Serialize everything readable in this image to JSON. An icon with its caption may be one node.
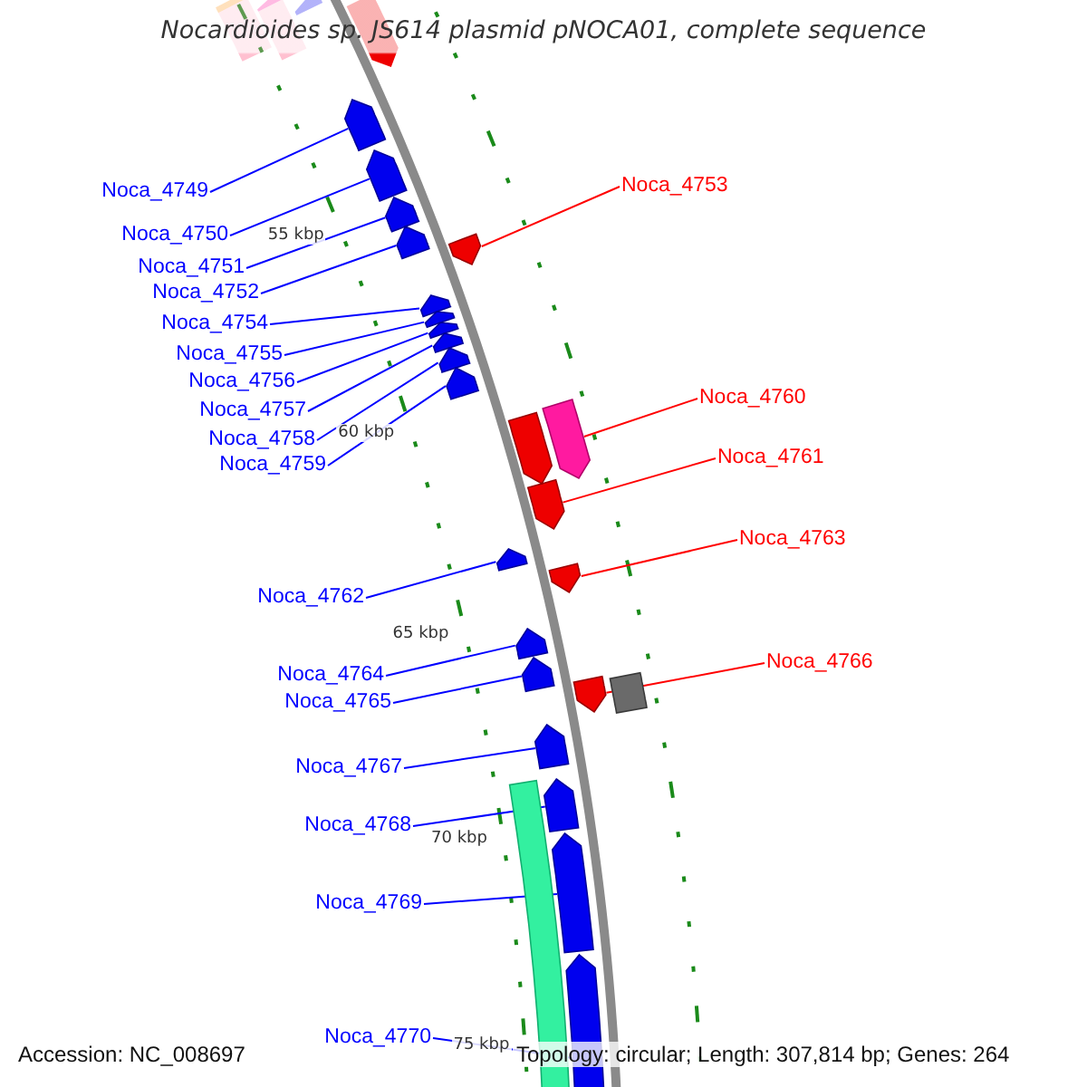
{
  "diagram": {
    "title": "Nocardioides sp. JS614 plasmid pNOCA01, complete sequence",
    "nodes": [
      {
        "text": [
          "Noca_4749"
        ]
      },
      {
        "text": [
          "Noca_4750"
        ]
      },
      {
        "text": [
          "Noca_4751"
        ]
      },
      {
        "text": [
          "Noca_4752"
        ]
      },
      {
        "text": [
          "Noca_4753"
        ]
      },
      {
        "text": [
          "Noca_4754"
        ]
      },
      {
        "text": [
          "Noca_4755"
        ]
      },
      {
        "text": [
          "Noca_4756"
        ]
      },
      {
        "text": [
          "Noca_4757"
        ]
      },
      {
        "text": [
          "Noca_4758"
        ]
      },
      {
        "text": [
          "Noca_4759"
        ]
      },
      {
        "text": [
          "Noca_4760"
        ]
      },
      {
        "text": [
          "Noca_4761"
        ]
      },
      {
        "text": [
          "Noca_4762"
        ]
      },
      {
        "text": [
          "Noca_4763"
        ]
      },
      {
        "text": [
          "Noca_4764"
        ]
      },
      {
        "text": [
          "Noca_4765"
        ]
      },
      {
        "text": [
          "Noca_4766"
        ]
      },
      {
        "text": [
          "Noca_4767"
        ]
      },
      {
        "text": [
          "Noca_4768"
        ]
      },
      {
        "text": [
          "Noca_4769"
        ]
      },
      {
        "text": [
          "Noca_4770"
        ]
      },
      {
        "text": [],
        "shape": "pentagon"
      },
      {
        "text": [],
        "shape": "pentagon"
      },
      {
        "text": [],
        "shape": "pentagon"
      },
      {
        "text": [],
        "shape": "pentagon"
      },
      {
        "text": [],
        "shape": "pentagon"
      },
      {
        "text": [],
        "shape": "pentagon"
      },
      {
        "text": [],
        "shape": "pentagon"
      },
      {
        "text": [],
        "shape": "pentagon"
      },
      {
        "text": [],
        "shape": "pentagon"
      },
      {
        "text": [],
        "shape": "pentagon"
      },
      {
        "text": [],
        "shape": "pentagon"
      },
      {
        "text": [],
        "shape": "pentagon"
      },
      {
        "text": [],
        "shape": "pentagon"
      },
      {
        "text": [],
        "shape": "pentagon"
      },
      {
        "text": [],
        "shape": "pentagon"
      },
      {
        "text": [],
        "shape": "pentagon"
      },
      {
        "text": [],
        "shape": "pentagon"
      },
      {
        "text": [],
        "shape": "pentagon"
      },
      {
        "text": [],
        "shape": "pentagon"
      },
      {
        "text": [],
        "shape": "pentagon"
      },
      {
        "text": [],
        "shape": "pentagon"
      },
      {
        "text": [],
        "shape": "pentagon"
      },
      {
        "text": [],
        "shape": "pentagon"
      },
      {
        "text": [],
        "shape": "pentagon"
      },
      {
        "text": [],
        "shape": "box"
      },
      {
        "text": [],
        "shape": "box"
      },
      {
        "text": [],
        "shape": "box"
      },
      {
        "text": [],
        "shape": "pentagon"
      },
      {
        "text": [],
        "shape": "pentagon"
      },
      {
        "text": [],
        "shape": "box"
      },
      {
        "text": [],
        "shape": "box"
      }
    ],
    "edges": [
      {
        "from": 0,
        "to": 22,
        "arrow": "none"
      },
      {
        "from": 1,
        "to": 23,
        "arrow": "none"
      },
      {
        "from": 2,
        "to": 24,
        "arrow": "none"
      },
      {
        "from": 3,
        "to": 25,
        "arrow": "none"
      },
      {
        "from": 4,
        "to": 26,
        "arrow": "none",
        "color": "#ff0000"
      },
      {
        "from": 5,
        "to": 27,
        "arrow": "none"
      },
      {
        "from": 6,
        "to": 28,
        "arrow": "none"
      },
      {
        "from": 7,
        "to": 29,
        "arrow": "none"
      },
      {
        "from": 8,
        "to": 30,
        "arrow": "none"
      },
      {
        "from": 9,
        "to": 31,
        "arrow": "none"
      },
      {
        "from": 10,
        "to": 32,
        "arrow": "none"
      },
      {
        "from": 11,
        "to": 33,
        "arrow": "none",
        "color": "#ff0000"
      },
      {
        "from": 12,
        "to": 34,
        "arrow": "none",
        "color": "#ff0000"
      },
      {
        "from": 13,
        "to": 35,
        "arrow": "none"
      },
      {
        "from": 14,
        "to": 36,
        "arrow": "none",
        "color": "#ff0000"
      },
      {
        "from": 15,
        "to": 37,
        "arrow": "none"
      },
      {
        "from": 16,
        "to": 38,
        "arrow": "none"
      },
      {
        "from": 17,
        "to": 39,
        "arrow": "none",
        "color": "#ff0000"
      },
      {
        "from": 18,
        "to": 40,
        "arrow": "none"
      },
      {
        "from": 19,
        "to": 41,
        "arrow": "none"
      },
      {
        "from": 20,
        "to": 42,
        "arrow": "none"
      },
      {
        "from": 21,
        "to": 43,
        "arrow": "none"
      }
    ],
    "labels": [
      "55 kbp",
      "60 kbp",
      "65 kbp",
      "70 kbp",
      "75 kbp",
      "Accession: NC_008697",
      "Topology: circular; Length: 307,814 bp; Genes: 264"
    ]
  }
}
